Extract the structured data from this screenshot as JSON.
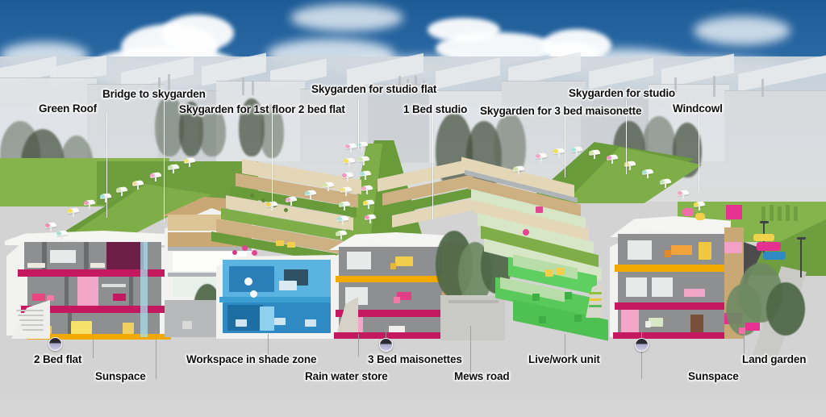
{
  "figure": {
    "kind": "architectural-cutaway-rendering",
    "subject": "Sustainable mixed-use housing development with green roofs and skygardens"
  },
  "palette": {
    "sky": "#2d6ba6",
    "background": "#d5d5d5",
    "label_text": "#0d0d0d",
    "leader_line": "#ffffff",
    "marker": "#cfcde6",
    "green_roof": "#6a9b3b",
    "floor_slab_magenta": "#c4185f",
    "floor_slab_ochre": "#f2a900",
    "shade_zone_blue": "#3c9fd4",
    "lawn": "#6f9e3e"
  },
  "labels": {
    "top": [
      {
        "id": "green-roof",
        "text": "Green Roof"
      },
      {
        "id": "bridge-to-skygarden",
        "text": "Bridge to skygarden"
      },
      {
        "id": "skygarden-1st-floor-2-bed-flat",
        "text": "Skygarden for 1st floor 2 bed flat"
      },
      {
        "id": "skygarden-studio-flat",
        "text": "Skygarden for studio flat"
      },
      {
        "id": "1-bed-studio",
        "text": "1 Bed studio"
      },
      {
        "id": "skygarden-3-bed-maisonette",
        "text": "Skygarden for 3 bed maisonette"
      },
      {
        "id": "skygarden-for-studio",
        "text": "Skygarden for studio"
      },
      {
        "id": "windcowl",
        "text": "Windcowl"
      }
    ],
    "bottom": [
      {
        "id": "2-bed-flat",
        "text": "2 Bed flat"
      },
      {
        "id": "sunspace-left",
        "text": "Sunspace"
      },
      {
        "id": "workspace-in-shade-zone",
        "text": "Workspace in shade zone"
      },
      {
        "id": "rain-water-store",
        "text": "Rain water store"
      },
      {
        "id": "3-bed-maisonettes",
        "text": "3 Bed maisonettes"
      },
      {
        "id": "mews-road",
        "text": "Mews road"
      },
      {
        "id": "live-work-unit",
        "text": "Live/work unit"
      },
      {
        "id": "sunspace-right",
        "text": "Sunspace"
      },
      {
        "id": "land-garden",
        "text": "Land garden"
      }
    ]
  },
  "markers": [
    {
      "id": "marker-2-bed-flat",
      "icon": "sphere-marker"
    },
    {
      "id": "marker-rain-water",
      "icon": "sphere-marker"
    },
    {
      "id": "marker-mews-road",
      "icon": "sphere-marker"
    },
    {
      "id": "marker-sunspace-right",
      "icon": "sphere-marker"
    }
  ]
}
